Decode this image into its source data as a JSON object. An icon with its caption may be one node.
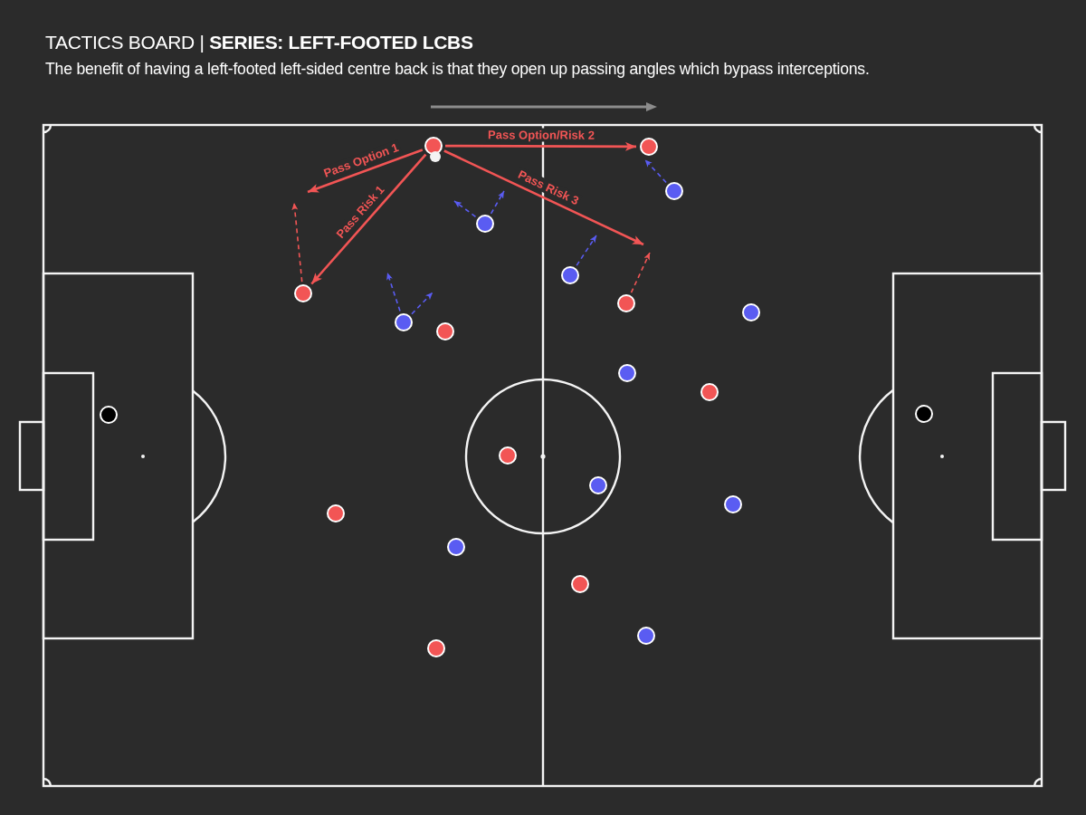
{
  "diagram": {
    "title": "TACTICS BOARD | **SERIES: LEFT-FOOTED LCBS**",
    "caption": "The benefit of having a left-footed left-sided centre back is that they open up passing angles which bypass interceptions.",
    "nodes": [
      {
        "text": [],
        "shape": "circle"
      },
      {
        "text": [],
        "shape": "circle"
      },
      {
        "text": [],
        "shape": "circle"
      },
      {
        "text": [],
        "shape": "circle"
      },
      {
        "text": [],
        "shape": "circle"
      },
      {
        "text": [],
        "shape": "circle"
      },
      {
        "text": [],
        "shape": "circle"
      },
      {
        "text": [],
        "shape": "circle"
      },
      {
        "text": [],
        "shape": "circle"
      },
      {
        "text": [],
        "shape": "circle"
      },
      {
        "text": [],
        "shape": "circle"
      },
      {
        "text": [],
        "shape": "circle"
      },
      {
        "text": [],
        "shape": "circle"
      },
      {
        "text": [],
        "shape": "circle"
      },
      {
        "text": [],
        "shape": "circle"
      },
      {
        "text": [],
        "shape": "circle"
      },
      {
        "text": [],
        "shape": "circle"
      },
      {
        "text": [],
        "shape": "circle"
      },
      {
        "text": [],
        "shape": "circle"
      },
      {
        "text": [],
        "shape": "circle"
      },
      {
        "text": [],
        "shape": "circle"
      },
      {
        "text": [],
        "shape": "circle"
      },
      {
        "text": [],
        "shape": "circle"
      }
    ],
    "edges": [
      {
        "from": 0,
        "to": null,
        "arrow": "to",
        "label": "Pass Option 1"
      },
      {
        "from": 0,
        "to": 6,
        "arrow": "to",
        "label": "Pass Risk 1"
      },
      {
        "from": 0,
        "to": 1,
        "arrow": "to",
        "label": "Pass Option/Risk 2"
      },
      {
        "from": 0,
        "to": null,
        "arrow": "to",
        "label": "Pass Risk 3"
      },
      {
        "from": 6,
        "to": null,
        "arrow": "to",
        "style": "dashed"
      },
      {
        "from": 4,
        "to": null,
        "arrow": "to",
        "style": "dashed",
        "color": "#5a5cf2"
      },
      {
        "from": 4,
        "to": null,
        "arrow": "to",
        "style": "dashed",
        "color": "#5a5cf2"
      },
      {
        "from": 9,
        "to": null,
        "arrow": "to",
        "style": "dashed",
        "color": "#5a5cf2"
      },
      {
        "from": 9,
        "to": null,
        "arrow": "to",
        "style": "dashed",
        "color": "#5a5cf2"
      },
      {
        "from": 5,
        "to": null,
        "arrow": "to",
        "style": "dashed",
        "color": "#5a5cf2"
      },
      {
        "from": 7,
        "to": null,
        "arrow": "to",
        "style": "dashed"
      },
      {
        "from": 3,
        "to": 1,
        "arrow": "to",
        "style": "dashed",
        "color": "#5a5cf2"
      }
    ]
  }
}
